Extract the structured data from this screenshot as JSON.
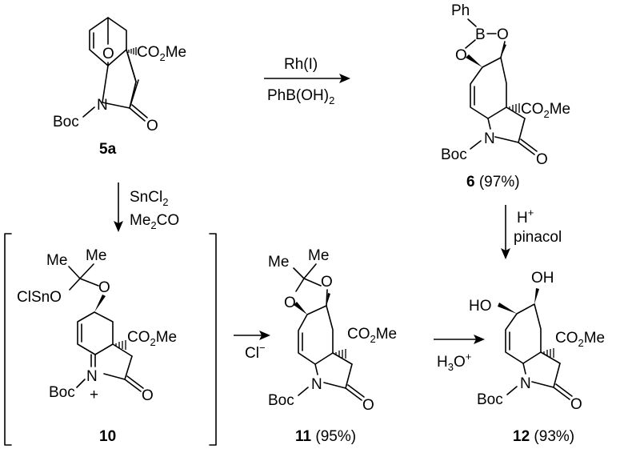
{
  "compounds": {
    "c5a": {
      "number": "5a",
      "groups": {
        "ester": "CO",
        "ester_sub": "2",
        "ester_end": "Me",
        "bridge_O": "O",
        "N": "N",
        "carbonyl_O": "O",
        "boc": "Boc"
      }
    },
    "c6": {
      "number": "6",
      "yield": "(97%)",
      "groups": {
        "ph": "Ph",
        "B": "B",
        "O1": "O",
        "O2": "O",
        "ester": "CO",
        "ester_sub": "2",
        "ester_end": "Me",
        "N": "N",
        "carbonyl_O": "O",
        "boc": "Boc"
      }
    },
    "c10": {
      "number": "10",
      "groups": {
        "me1": "Me",
        "me2": "Me",
        "clsno": "ClSnO",
        "O": "O",
        "ester": "CO",
        "ester_sub": "2",
        "ester_end": "Me",
        "N": "N",
        "plus": "+",
        "carbonyl_O": "O",
        "boc": "Boc"
      }
    },
    "c11": {
      "number": "11",
      "yield": "(95%)",
      "groups": {
        "me1": "Me",
        "me2": "Me",
        "O1": "O",
        "O2": "O",
        "ester": "CO",
        "ester_sub": "2",
        "ester_end": "Me",
        "N": "N",
        "carbonyl_O": "O",
        "boc": "Boc"
      }
    },
    "c12": {
      "number": "12",
      "yield": "(93%)",
      "groups": {
        "oh": "OH",
        "ho": "HO",
        "ester": "CO",
        "ester_sub": "2",
        "ester_end": "Me",
        "N": "N",
        "carbonyl_O": "O",
        "boc": "Boc"
      }
    }
  },
  "reagents": {
    "r1": {
      "top": "Rh(I)",
      "bottom_main": "PhB(OH)",
      "bottom_sub": "2"
    },
    "r2": {
      "line1_main": "SnCl",
      "line1_sub": "2",
      "line2_a": "Me",
      "line2_sub": "2",
      "line2_b": "CO"
    },
    "r3": {
      "top_main": "H",
      "top_sup": "+",
      "bottom": "pinacol"
    },
    "r4": {
      "label_main": "Cl",
      "label_sup": "−"
    },
    "r5": {
      "label_main": "H",
      "label_sub": "3",
      "label_b": "O",
      "label_sup": "+"
    }
  }
}
